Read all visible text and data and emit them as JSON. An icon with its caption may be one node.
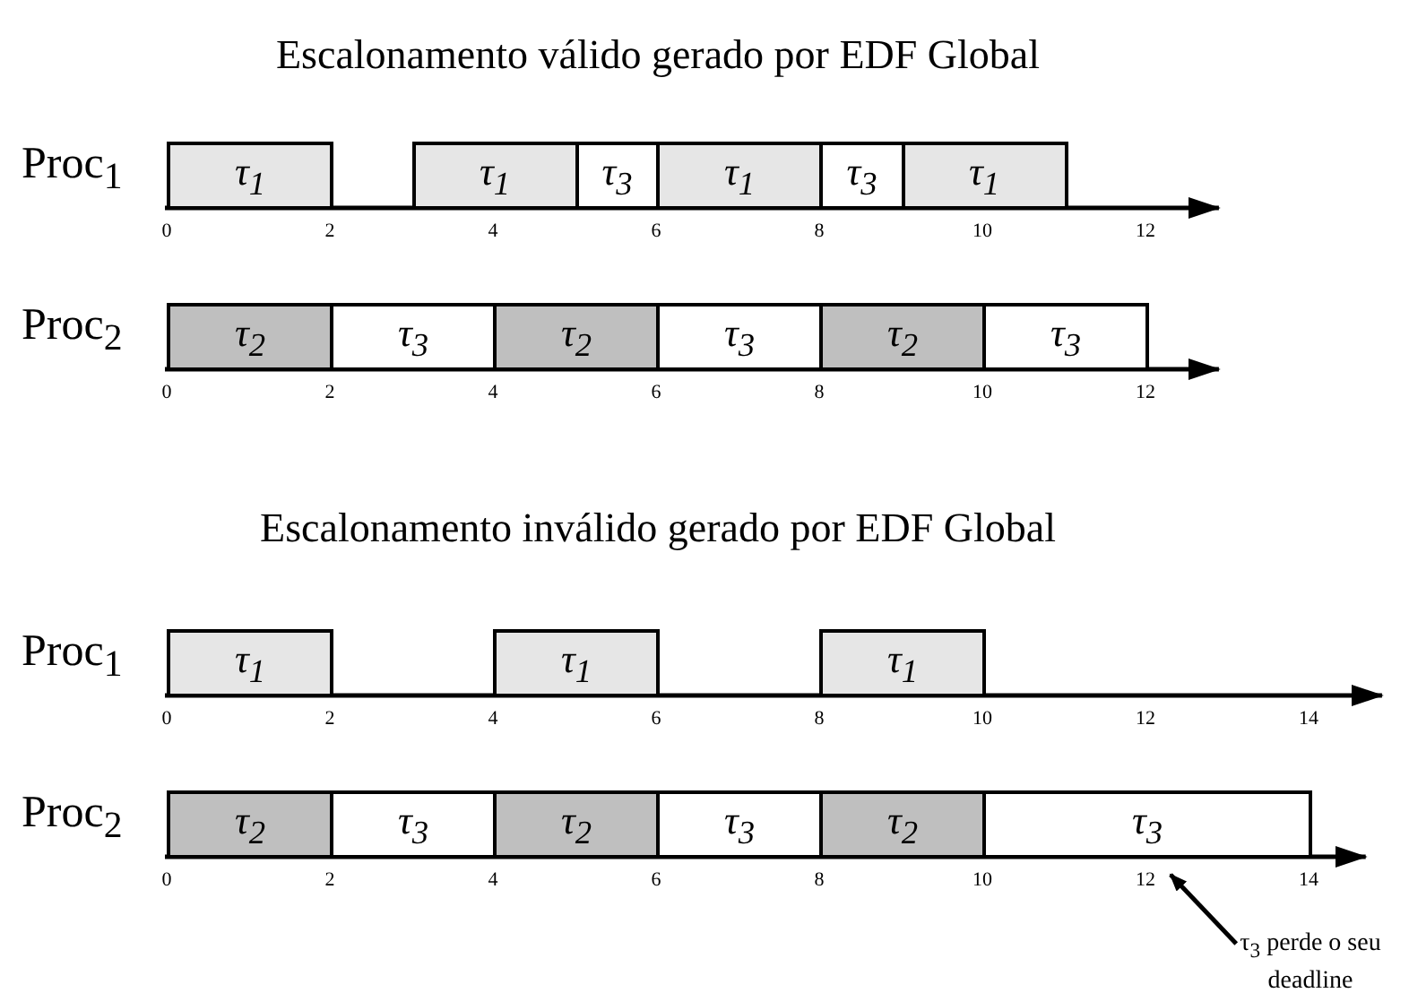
{
  "diagram": {
    "nodes": [
      {
        "text": [
          "τ$_{1}$"
        ]
      },
      {
        "text": [
          "τ$_{1}$"
        ]
      },
      {
        "text": [
          "τ$_{3}$"
        ]
      },
      {
        "text": [
          "τ$_{1}$"
        ]
      },
      {
        "text": [
          "τ$_{3}$"
        ]
      },
      {
        "text": [
          "τ$_{1}$"
        ]
      },
      {
        "text": [
          "τ$_{2}$"
        ]
      },
      {
        "text": [
          "τ$_{3}$"
        ]
      },
      {
        "text": [
          "τ$_{2}$"
        ]
      },
      {
        "text": [
          "τ$_{3}$"
        ]
      },
      {
        "text": [
          "τ$_{2}$"
        ]
      },
      {
        "text": [
          "τ$_{3}$"
        ]
      },
      {
        "text": [
          "τ$_{1}$"
        ]
      },
      {
        "text": [
          "τ$_{1}$"
        ]
      },
      {
        "text": [
          "τ$_{1}$"
        ]
      },
      {
        "text": [
          "τ$_{2}$"
        ]
      },
      {
        "text": [
          "τ$_{3}$"
        ]
      },
      {
        "text": [
          "τ$_{2}$"
        ]
      },
      {
        "text": [
          "τ$_{3}$"
        ]
      },
      {
        "text": [
          "τ$_{2}$"
        ]
      },
      {
        "text": [
          "τ$_{3}$"
        ]
      },
      {
        "text": [
          "τ$_{3}$ perde o seu deadline"
        ]
      }
    ],
    "edges": [
      {
        "from": 21,
        "to": 20,
        "arrow": "to"
      }
    ],
    "labels": [
      "Escalonamento válido gerado por EDF Global",
      "Proc$_{1}$",
      "0",
      "2",
      "4",
      "6",
      "8",
      "10",
      "12",
      "Proc$_{2}$",
      "0",
      "2",
      "4",
      "6",
      "8",
      "10",
      "12",
      "Escalonamento inválido gerado por EDF Global",
      "Proc$_{1}$",
      "0",
      "2",
      "4",
      "6",
      "8",
      "10",
      "12",
      "14",
      "Proc$_{2}$",
      "0",
      "2",
      "4",
      "6",
      "8",
      "10",
      "12",
      "14"
    ]
  }
}
